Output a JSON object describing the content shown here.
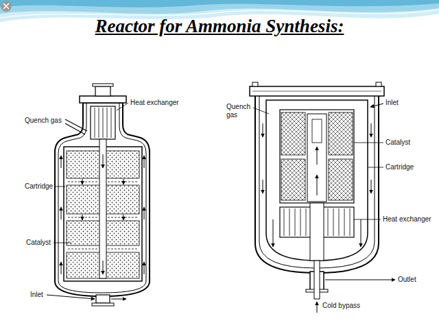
{
  "diagram": {
    "title": "Reactor for Ammonia Synthesis:",
    "labels": [
      "Heat exchanger",
      "Quench gas",
      "Cartridge",
      "Catalyst",
      "Inlet",
      "Quench gas",
      "Inlet",
      "Catalyst",
      "Cartridge",
      "Heat exchanger",
      "Outlet",
      "Cold bypass"
    ]
  }
}
